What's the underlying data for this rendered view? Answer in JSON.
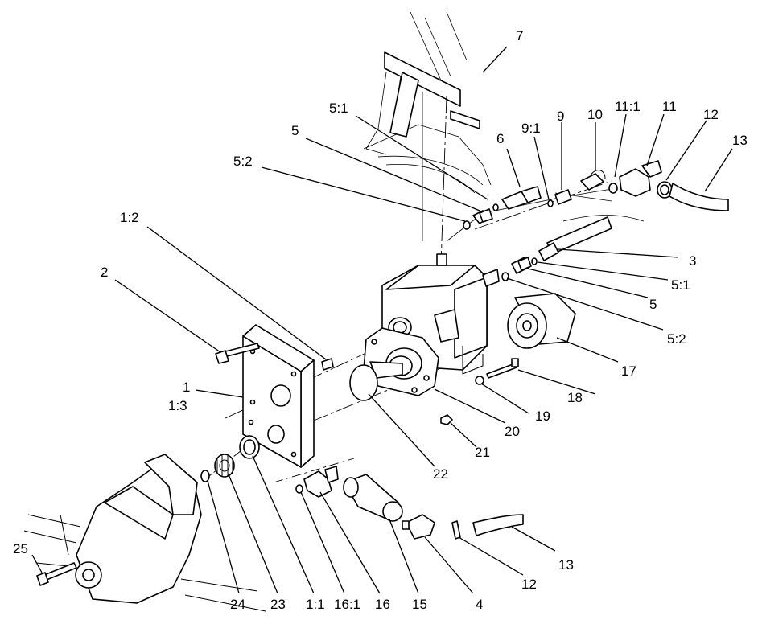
{
  "callouts": [
    {
      "id": "c7",
      "text": "7"
    },
    {
      "id": "c5_1_top",
      "text": "5:1"
    },
    {
      "id": "c5_top",
      "text": "5"
    },
    {
      "id": "c5_2_top",
      "text": "5:2"
    },
    {
      "id": "c6",
      "text": "6"
    },
    {
      "id": "c9_1",
      "text": "9:1"
    },
    {
      "id": "c9",
      "text": "9"
    },
    {
      "id": "c10",
      "text": "10"
    },
    {
      "id": "c11_1",
      "text": "11:1"
    },
    {
      "id": "c11",
      "text": "11"
    },
    {
      "id": "c12_top",
      "text": "12"
    },
    {
      "id": "c13_top",
      "text": "13"
    },
    {
      "id": "c1_2",
      "text": "1:2"
    },
    {
      "id": "c2",
      "text": "2"
    },
    {
      "id": "c3",
      "text": "3"
    },
    {
      "id": "c5_1_right",
      "text": "5:1"
    },
    {
      "id": "c5_right",
      "text": "5"
    },
    {
      "id": "c5_2_right",
      "text": "5:2"
    },
    {
      "id": "c17",
      "text": "17"
    },
    {
      "id": "c18",
      "text": "18"
    },
    {
      "id": "c19",
      "text": "19"
    },
    {
      "id": "c20",
      "text": "20"
    },
    {
      "id": "c21",
      "text": "21"
    },
    {
      "id": "c22",
      "text": "22"
    },
    {
      "id": "c1",
      "text": "1"
    },
    {
      "id": "c1_3",
      "text": "1:3"
    },
    {
      "id": "c25",
      "text": "25"
    },
    {
      "id": "c24",
      "text": "24"
    },
    {
      "id": "c23",
      "text": "23"
    },
    {
      "id": "c1_1",
      "text": "1:1"
    },
    {
      "id": "c16_1",
      "text": "16:1"
    },
    {
      "id": "c16",
      "text": "16"
    },
    {
      "id": "c15",
      "text": "15"
    },
    {
      "id": "c4",
      "text": "4"
    },
    {
      "id": "c12_bottom",
      "text": "12"
    },
    {
      "id": "c13_bottom",
      "text": "13"
    }
  ]
}
